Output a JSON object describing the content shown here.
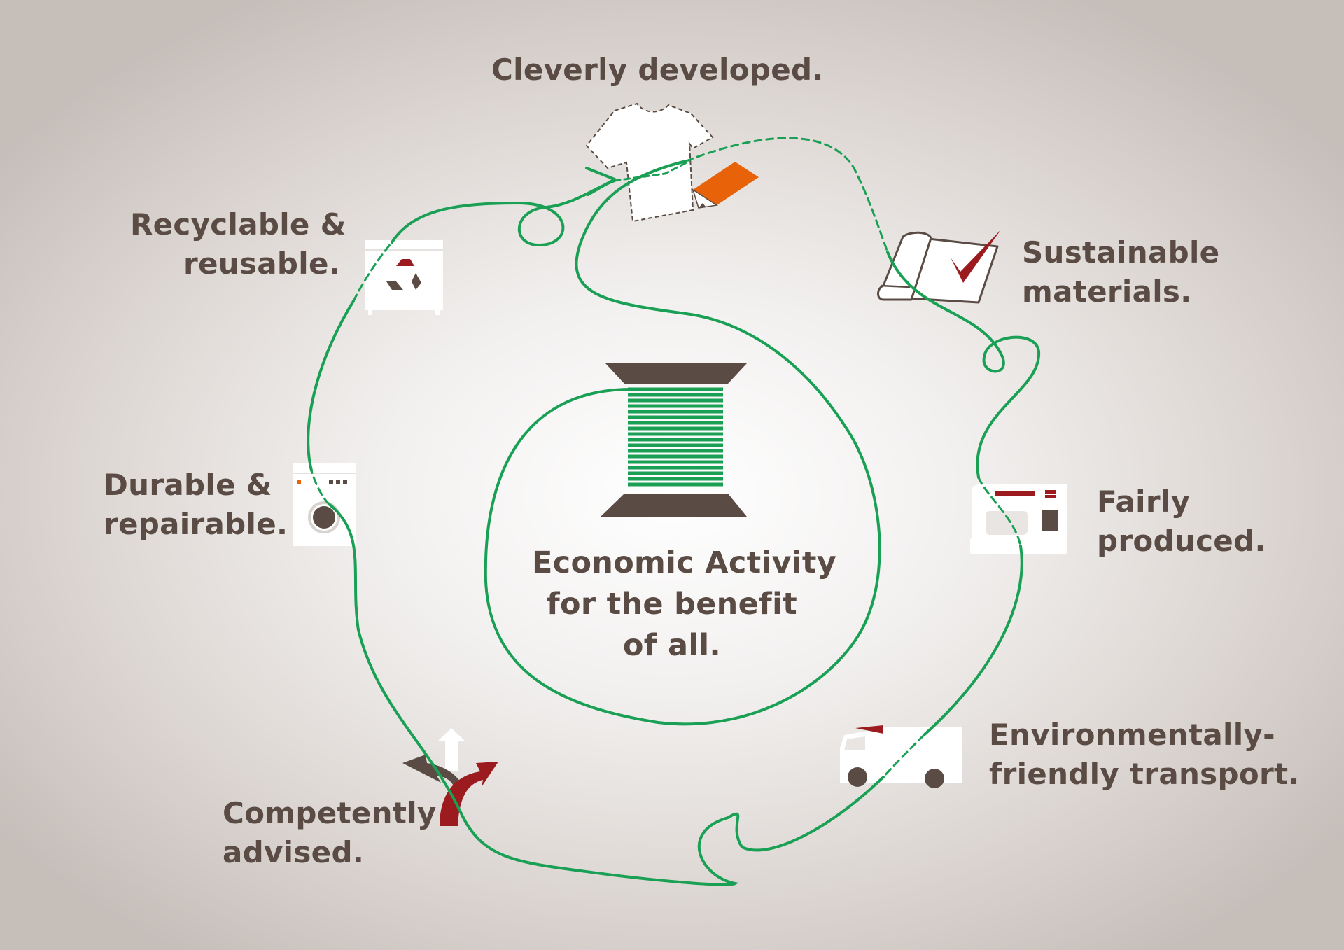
{
  "colors": {
    "thread": "#1aa055",
    "text": "#5a4c44",
    "spool": "#5a4c44",
    "accent_red": "#9b1b1e",
    "accent_orange": "#e8620a",
    "icon_white": "#ffffff"
  },
  "center": {
    "icon": "thread-spool-icon",
    "lines": [
      "Economic Activity",
      "for the benefit",
      "of all."
    ]
  },
  "stages": [
    {
      "id": "developed",
      "icon": "t-shirt-pencil-icon",
      "lines": [
        "Cleverly developed."
      ]
    },
    {
      "id": "materials",
      "icon": "fabric-checkmark-icon",
      "lines": [
        "Sustainable",
        "materials."
      ]
    },
    {
      "id": "produced",
      "icon": "sewing-machine-icon",
      "lines": [
        "Fairly",
        "produced."
      ]
    },
    {
      "id": "transport",
      "icon": "delivery-truck-icon",
      "lines": [
        "Environmentally-",
        "friendly transport."
      ]
    },
    {
      "id": "advised",
      "icon": "direction-arrows-icon",
      "lines": [
        "Competently",
        "advised."
      ]
    },
    {
      "id": "durable",
      "icon": "washing-machine-icon",
      "lines": [
        "Durable &",
        "repairable."
      ]
    },
    {
      "id": "recyclable",
      "icon": "recycling-bin-icon",
      "lines": [
        "Recyclable &",
        "reusable."
      ]
    }
  ]
}
